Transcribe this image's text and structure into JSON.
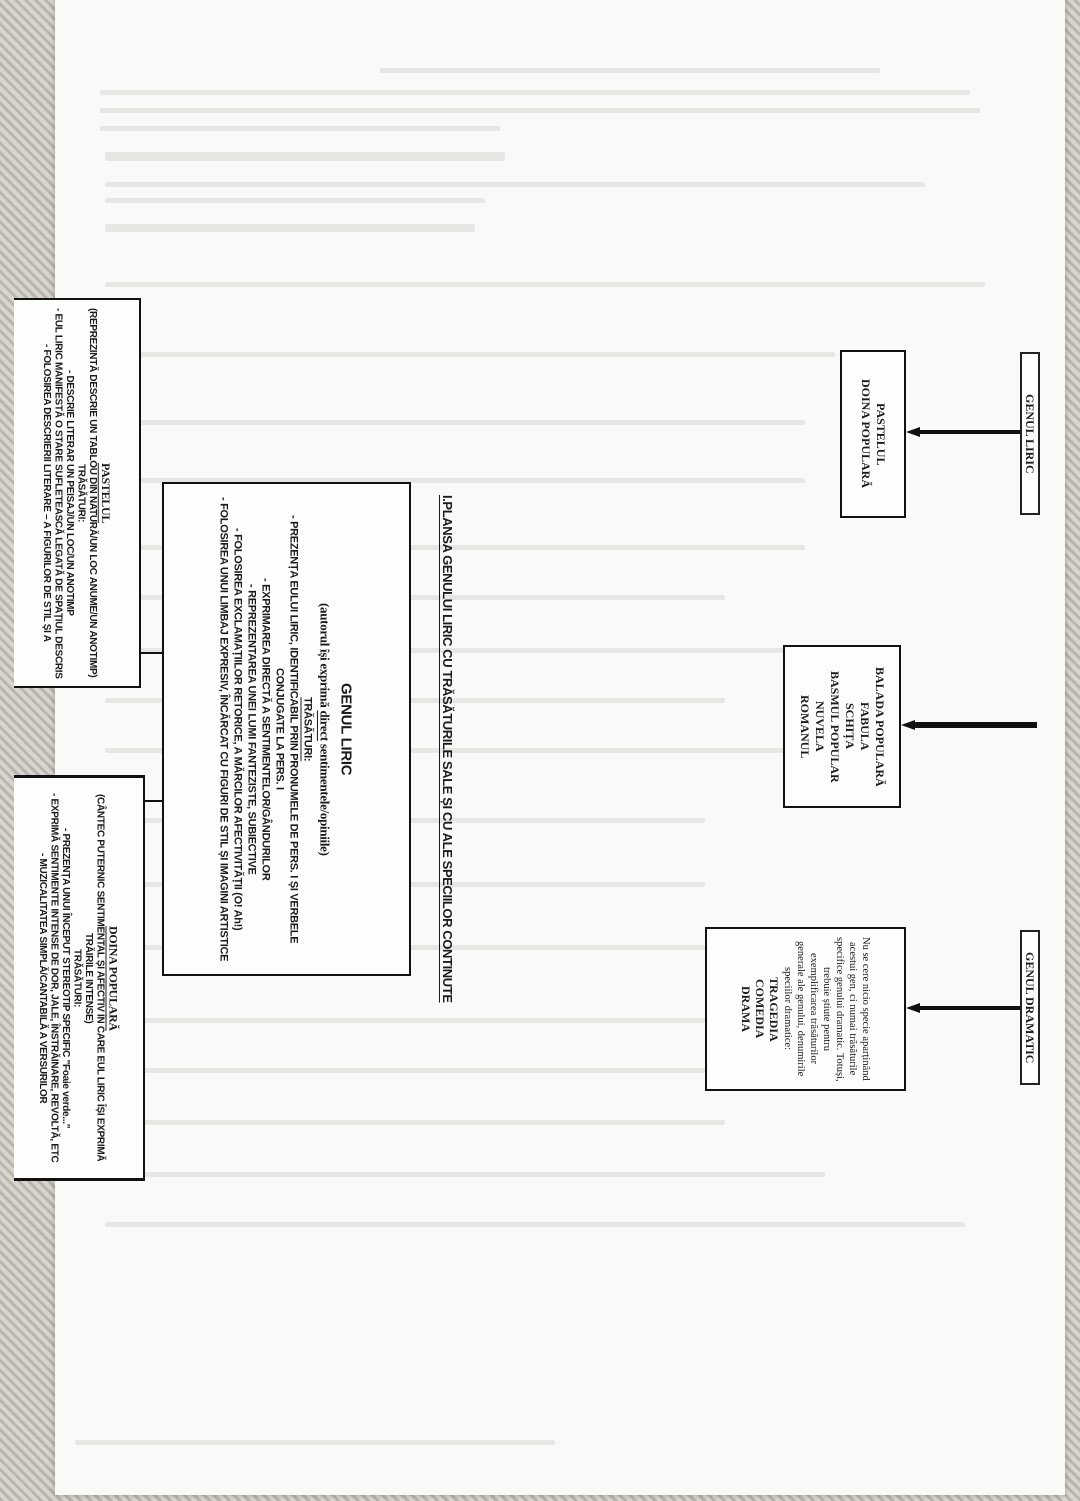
{
  "title": "I.PLANSA GENULUI LIRIC CU TRĂSĂTURILE SALE ȘI CU ALE SPECIILOR CONTINUTE",
  "genres": {
    "liric": {
      "label": "GENUL LIRIC",
      "species": [
        "PASTELUL",
        "DOINA POPULARĂ"
      ]
    },
    "epic": {
      "species": [
        "BALADA POPULARĂ",
        "FABULA",
        "SCHIȚA",
        "BASMUL POPULAR",
        "NUVELA",
        "ROMANUL"
      ]
    },
    "dramatic": {
      "label": "GENUL DRAMATIC",
      "note": "Nu se cere nicio specie aparținând acestui gen, ci numai trăsăturile specifice genului dramatic. Totuși, trebuie știute pentru exemplificarea trăsăturilor generale ale genului, denumirile speciilor dramatice:",
      "species": [
        "TRAGEDIA",
        "COMEDIA",
        "DRAMA"
      ]
    }
  },
  "main_box": {
    "heading": "GENUL LIRIC",
    "subheading_pre": "(autorul își exprimă ",
    "subheading_em": "direct",
    "subheading_post": " sentimentele/opiniile)",
    "traits_label": "TRĂSĂTURI:",
    "traits": [
      "- PREZENȚA EULUI LIRIC, IDENTIFICABIL PRIN PRONUMELE DE PERS. I ȘI VERBELE CONJUGATE LA PERS. I",
      "- EXPRIMAREA DIRECTĂ A SENTIMENTELOR/GÂNDURILOR",
      "- REPREZENTAREA UNEI LUMI FANTEZISTE, SUBIECTIVE",
      "- FOLOSIREA EXCLAMAȚIILOR RETORICE, A MĂRCILOR AFECTIVITĂȚII (O! Ah!)",
      "- FOLOSIREA UNUI LIMBAJ EXPRESIV, ÎNCĂRCAT CU FIGURI DE STIL ȘI IMAGINI ARTISTICE"
    ]
  },
  "pastel_box": {
    "heading": "PASTELUL",
    "definition": "(REPREZINTĂ DESCRIE UN TABLOU DIN NATURĂ/UN LOC ANUME/UN ANOTIMP)",
    "traits_label": "TRĂSĂTURI:",
    "traits": [
      "- DESCRIE LITERAR UN PEISAJ/UN LOC/UN ANOTIMP",
      "- EUL LIRIC MANIFESTĂ O STARE SUFLETEASCĂ LEGATĂ DE SPAȚIUL DESCRIS",
      "- FOLOSIREA DESCRIERII LITERARE – A FIGURILOR DE STIL ȘI A"
    ]
  },
  "doina_box": {
    "heading": "DOINA POPULARĂ",
    "definition": "(CÂNTEC PUTERNIC SENTIMENTAL ȘI AFECTIV ÎN CARE EUL LIRIC ÎȘI EXPRIMĂ TRĂIRILE INTENSE)",
    "traits_label": "TRĂSĂTURI:",
    "traits": [
      "- PREZENȚA UNUI ÎNCEPUT STEREOTIP SPECIFIC \"Foaie verde...\"",
      "- EXPRIMĂ SENTIMENTE INTENSE DE DOR, JALE, ÎNSTRĂINARE, REVOLTĂ, ETC",
      "- MUZICALITATEA SIMPLĂ/CANTABILĂ A VERSURILOR"
    ]
  }
}
